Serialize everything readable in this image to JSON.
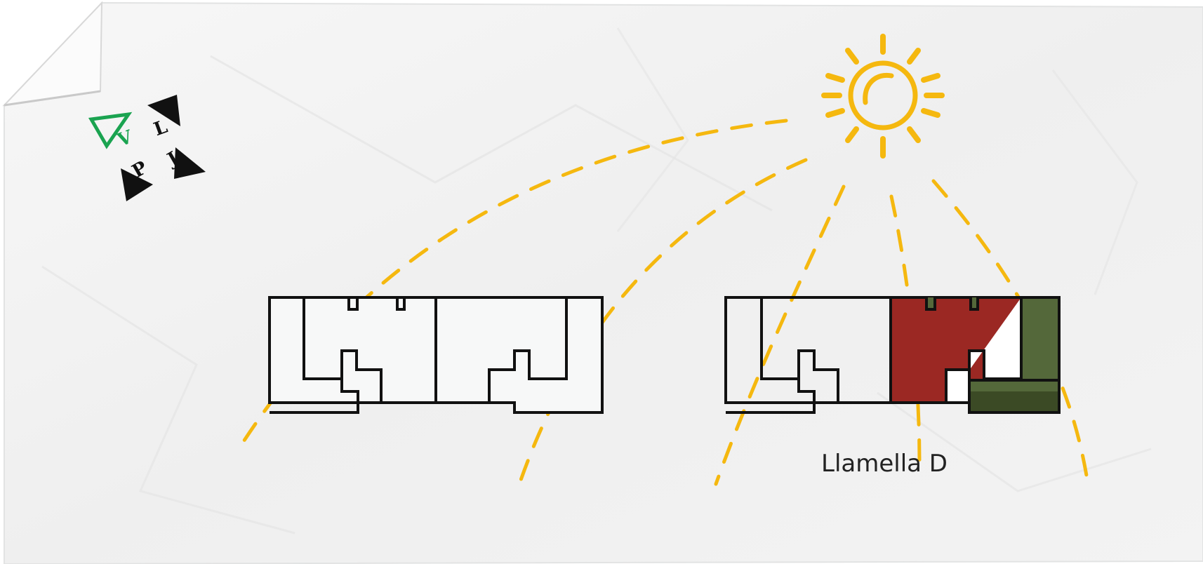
{
  "block_label": "Llamella D",
  "logo": {
    "letters": [
      "V",
      "L",
      "J",
      "P"
    ]
  },
  "colors": {
    "paper": "#f4f5f5",
    "paper_edge": "#e6e7e7",
    "sun": "#f5b80f",
    "outline": "#111111",
    "unit_red": "#9b2823",
    "terrace_green": "#54683a",
    "terrace_green_dark": "#3b4a25",
    "logo_green": "#1aa350",
    "logo_black": "#111111"
  },
  "icons": {
    "sun": "sun-icon",
    "logo": "vljp-logo-icon"
  }
}
